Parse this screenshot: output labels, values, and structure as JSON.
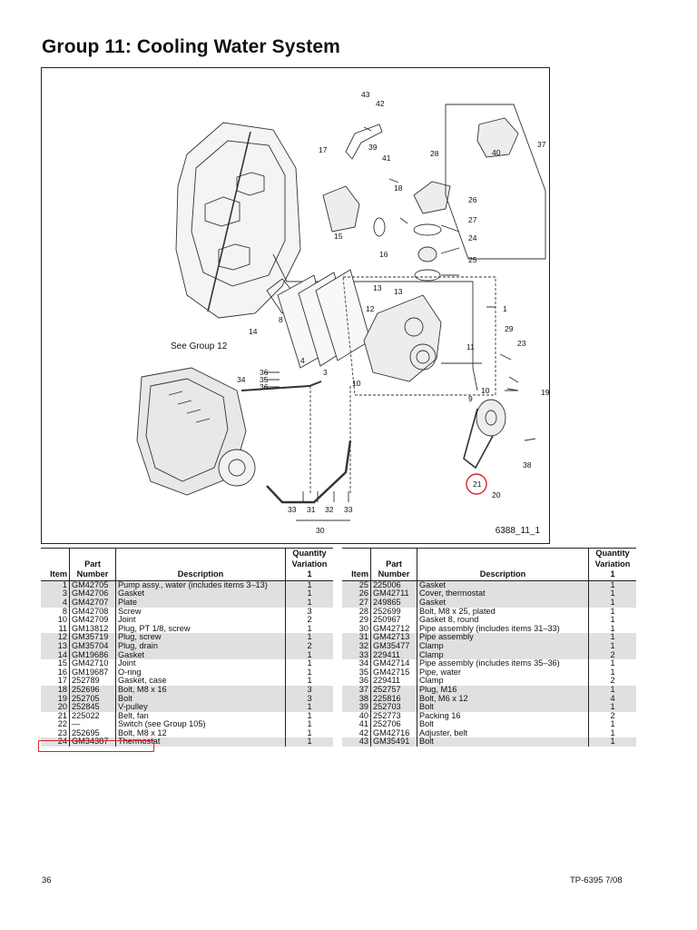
{
  "page": {
    "title": "Group 11:  Cooling Water System",
    "figure_id": "6388_11_1",
    "see_group": "See Group 12",
    "page_number": "36",
    "doc_ref": "TP-6395  7/08"
  },
  "callouts": [
    "43",
    "42",
    "39",
    "41",
    "28",
    "17",
    "18",
    "26",
    "27",
    "24",
    "25",
    "16",
    "15",
    "40",
    "37",
    "14",
    "8",
    "4",
    "3",
    "13",
    "13",
    "12",
    "1",
    "11",
    "29",
    "23",
    "10",
    "10",
    "19",
    "36",
    "35",
    "36",
    "34",
    "9",
    "38",
    "21",
    "20",
    "33",
    "31",
    "32",
    "33",
    "30"
  ],
  "table_headers": {
    "item": "Item",
    "part_line1": "Part",
    "part_line2": "Number",
    "description": "Description",
    "qty_line1": "Quantity",
    "qty_line2": "Variation",
    "qty_line3": "1"
  },
  "parts_left": [
    {
      "item": "1",
      "part": "GM42705",
      "desc": "Pump assy., water (includes items 3–13)",
      "qty": "1"
    },
    {
      "item": "3",
      "part": "GM42706",
      "desc": "Gasket",
      "qty": "1"
    },
    {
      "item": "4",
      "part": "GM42707",
      "desc": "Plate",
      "qty": "1"
    },
    {
      "item": "8",
      "part": "GM42708",
      "desc": "Screw",
      "qty": "3"
    },
    {
      "item": "10",
      "part": "GM42709",
      "desc": "Joint",
      "qty": "2"
    },
    {
      "item": "11",
      "part": "GM13812",
      "desc": "Plug, PT 1/8, screw",
      "qty": "1"
    },
    {
      "item": "12",
      "part": "GM35719",
      "desc": "Plug, screw",
      "qty": "1"
    },
    {
      "item": "13",
      "part": "GM35704",
      "desc": "Plug, drain",
      "qty": "2"
    },
    {
      "item": "14",
      "part": "GM19686",
      "desc": "Gasket",
      "qty": "1"
    },
    {
      "item": "15",
      "part": "GM42710",
      "desc": "Joint",
      "qty": "1"
    },
    {
      "item": "16",
      "part": "GM19687",
      "desc": "O-ring",
      "qty": "1"
    },
    {
      "item": "17",
      "part": "252789",
      "desc": "Gasket, case",
      "qty": "1"
    },
    {
      "item": "18",
      "part": "252696",
      "desc": "Bolt, M8 x 16",
      "qty": "3"
    },
    {
      "item": "19",
      "part": "252705",
      "desc": "Bolt",
      "qty": "3"
    },
    {
      "item": "20",
      "part": "252845",
      "desc": "V-pulley",
      "qty": "1"
    },
    {
      "item": "21",
      "part": "225022",
      "desc": "Belt, fan",
      "qty": "1"
    },
    {
      "item": "22",
      "part": "—",
      "desc": "Switch (see Group 105)",
      "qty": "1"
    },
    {
      "item": "23",
      "part": "252695",
      "desc": "Bolt, M8 x 12",
      "qty": "1"
    },
    {
      "item": "24",
      "part": "GM34387",
      "desc": "Thermostat",
      "qty": "1"
    }
  ],
  "parts_right": [
    {
      "item": "25",
      "part": "225006",
      "desc": "Gasket",
      "qty": "1"
    },
    {
      "item": "26",
      "part": "GM42711",
      "desc": "Cover, thermostat",
      "qty": "1"
    },
    {
      "item": "27",
      "part": "249865",
      "desc": "Gasket",
      "qty": "1"
    },
    {
      "item": "28",
      "part": "252699",
      "desc": "Bolt, M8 x 25, plated",
      "qty": "1"
    },
    {
      "item": "29",
      "part": "250967",
      "desc": "Gasket 8, round",
      "qty": "1"
    },
    {
      "item": "30",
      "part": "GM42712",
      "desc": "Pipe assembly (includes items 31–33)",
      "qty": "1"
    },
    {
      "item": "31",
      "part": "GM42713",
      "desc": "Pipe assembly",
      "qty": "1"
    },
    {
      "item": "32",
      "part": "GM35477",
      "desc": "Clamp",
      "qty": "1"
    },
    {
      "item": "33",
      "part": "229411",
      "desc": "Clamp",
      "qty": "2"
    },
    {
      "item": "34",
      "part": "GM42714",
      "desc": "Pipe assembly (includes items 35–36)",
      "qty": "1"
    },
    {
      "item": "35",
      "part": "GM42715",
      "desc": "Pipe, water",
      "qty": "1"
    },
    {
      "item": "36",
      "part": "229411",
      "desc": "Clamp",
      "qty": "2"
    },
    {
      "item": "37",
      "part": "252757",
      "desc": "Plug, M16",
      "qty": "1"
    },
    {
      "item": "38",
      "part": "225816",
      "desc": "Bolt, M6 x 12",
      "qty": "4"
    },
    {
      "item": "39",
      "part": "252703",
      "desc": "Bolt",
      "qty": "1"
    },
    {
      "item": "40",
      "part": "252773",
      "desc": "Packing 16",
      "qty": "2"
    },
    {
      "item": "41",
      "part": "252706",
      "desc": "Bolt",
      "qty": "1"
    },
    {
      "item": "42",
      "part": "GM42716",
      "desc": "Adjuster, belt",
      "qty": "1"
    },
    {
      "item": "43",
      "part": "GM35491",
      "desc": "Bolt",
      "qty": "1"
    }
  ],
  "colors": {
    "highlight": "#d8212a",
    "row_shade": "#e0e0e0",
    "line": "#222222"
  }
}
